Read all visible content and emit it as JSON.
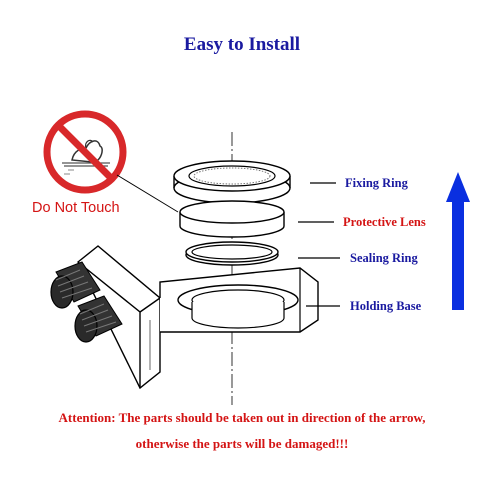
{
  "title": "Easy to Install",
  "warning_sign": {
    "caption": "Do Not Touch",
    "icon": "no-touch-icon"
  },
  "parts": [
    {
      "label": "Fixing Ring",
      "color": "#1a1aa0"
    },
    {
      "label": "Protective Lens",
      "color": "#d41414"
    },
    {
      "label": "Sealing Ring",
      "color": "#1a1aa0"
    },
    {
      "label": "Holding Base",
      "color": "#1a1aa0"
    }
  ],
  "arrow": {
    "direction": "up",
    "color": "#0a2fe0",
    "icon": "up-arrow-icon"
  },
  "attention": {
    "line1": "Attention: The parts should be taken out in direction of the arrow,",
    "line2": "otherwise the parts will be damaged!!!"
  }
}
